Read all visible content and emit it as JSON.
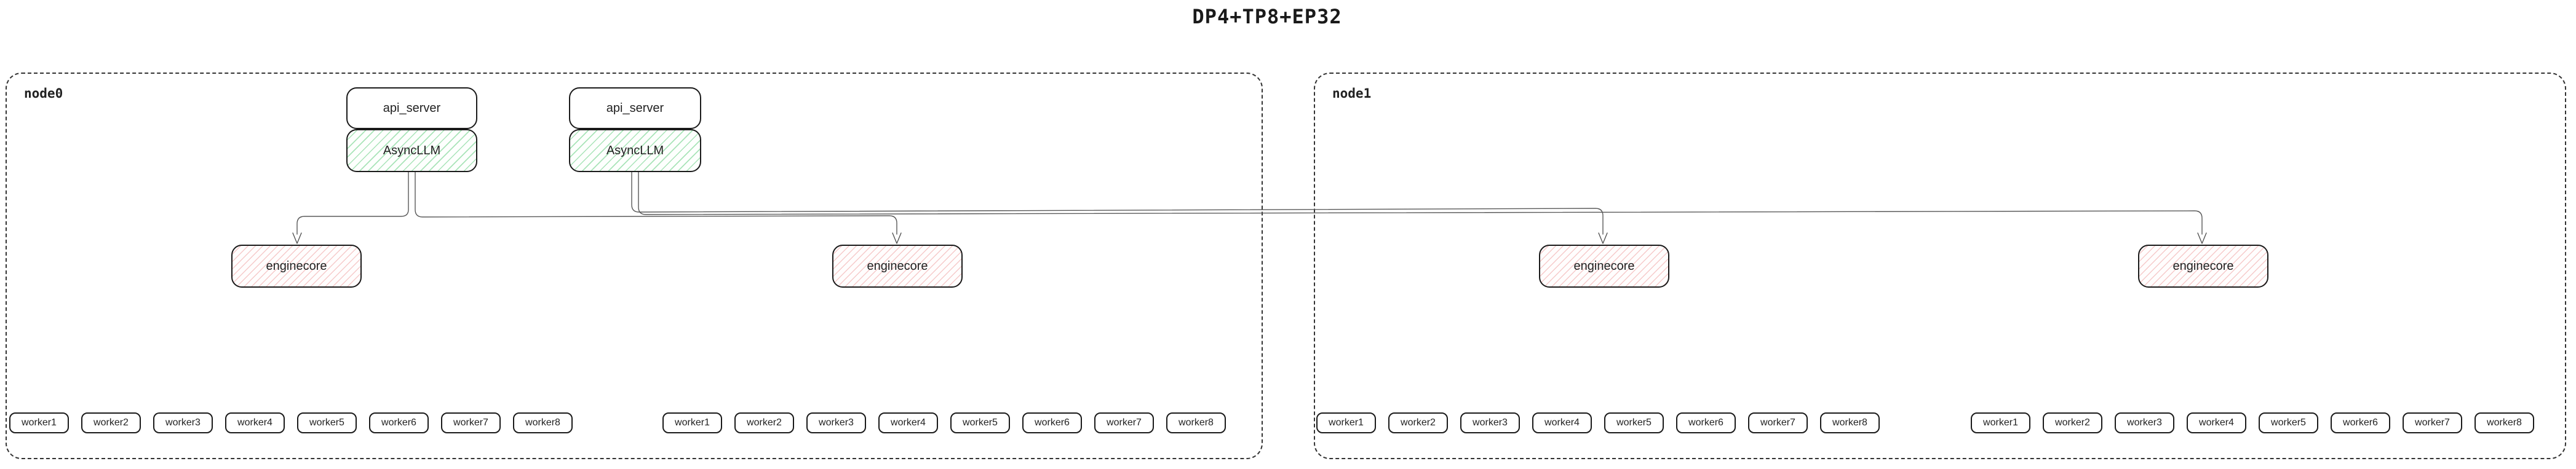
{
  "title": "DP4+TP8+EP32",
  "colors": {
    "box_border": "#1a1a1a",
    "node_border": "#333333",
    "asyncllm_hatch_green": "#64cd80",
    "enginecore_hatch_red": "#eb8c8c",
    "connector_gray": "#595959"
  },
  "nodes": [
    {
      "label": "node0",
      "stacks": [
        {
          "api_server": "api_server",
          "async_llm": "AsyncLLM"
        },
        {
          "api_server": "api_server",
          "async_llm": "AsyncLLM"
        }
      ],
      "enginecores": [
        "enginecore",
        "enginecore"
      ],
      "worker_rows": [
        [
          "worker1",
          "worker2",
          "worker3",
          "worker4",
          "worker5",
          "worker6",
          "worker7",
          "worker8"
        ],
        [
          "worker1",
          "worker2",
          "worker3",
          "worker4",
          "worker5",
          "worker6",
          "worker7",
          "worker8"
        ]
      ]
    },
    {
      "label": "node1",
      "stacks": [],
      "enginecores": [
        "enginecore",
        "enginecore"
      ],
      "worker_rows": [
        [
          "worker1",
          "worker2",
          "worker3",
          "worker4",
          "worker5",
          "worker6",
          "worker7",
          "worker8"
        ],
        [
          "worker1",
          "worker2",
          "worker3",
          "worker4",
          "worker5",
          "worker6",
          "worker7",
          "worker8"
        ]
      ]
    }
  ]
}
